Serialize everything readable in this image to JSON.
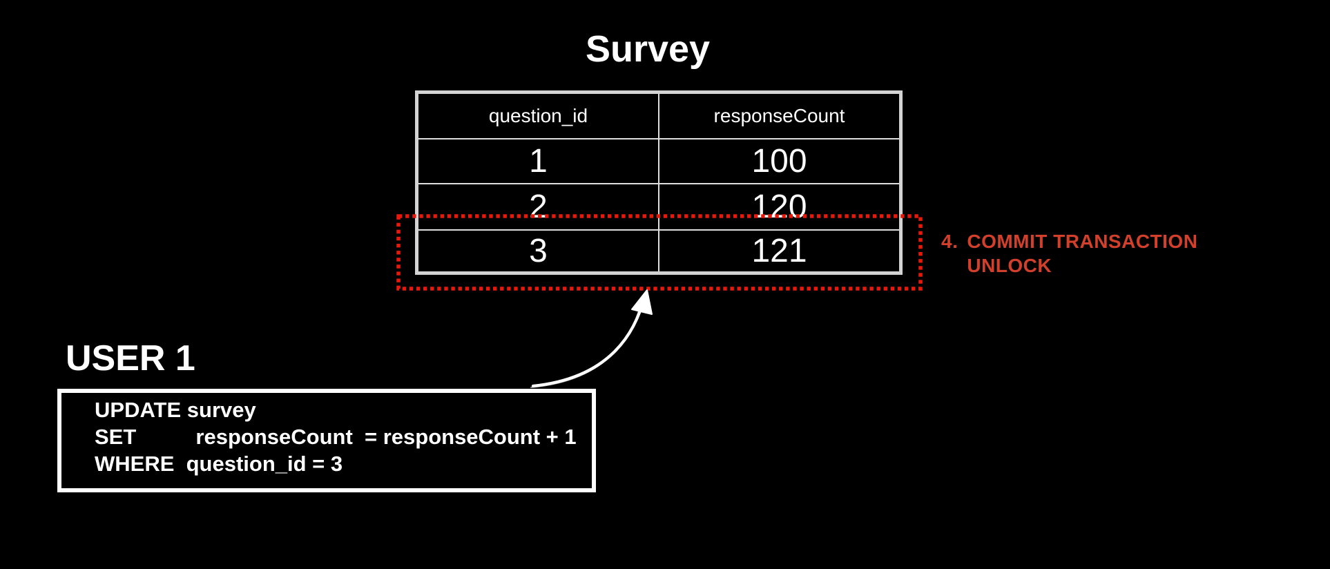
{
  "title": {
    "text": "Survey"
  },
  "table": {
    "columns": [
      "question_id",
      "responseCount"
    ],
    "rows": [
      [
        "1",
        "100"
      ],
      [
        "2",
        "120"
      ],
      [
        "3",
        "121"
      ]
    ]
  },
  "annotation": {
    "step_number": "4.",
    "line1": "COMMIT TRANSACTION",
    "line2": "UNLOCK",
    "text_color": "#d2402b",
    "highlight_color": "#e8190b"
  },
  "user": {
    "label": "USER 1",
    "sql_lines": [
      "UPDATE survey",
      "SET          responseCount  = responseCount + 1",
      "WHERE  question_id = 3"
    ]
  },
  "icons": {
    "arrow": "hand-drawn curved arrow from SQL box to locked row",
    "arrow_color": "#ffffff"
  }
}
